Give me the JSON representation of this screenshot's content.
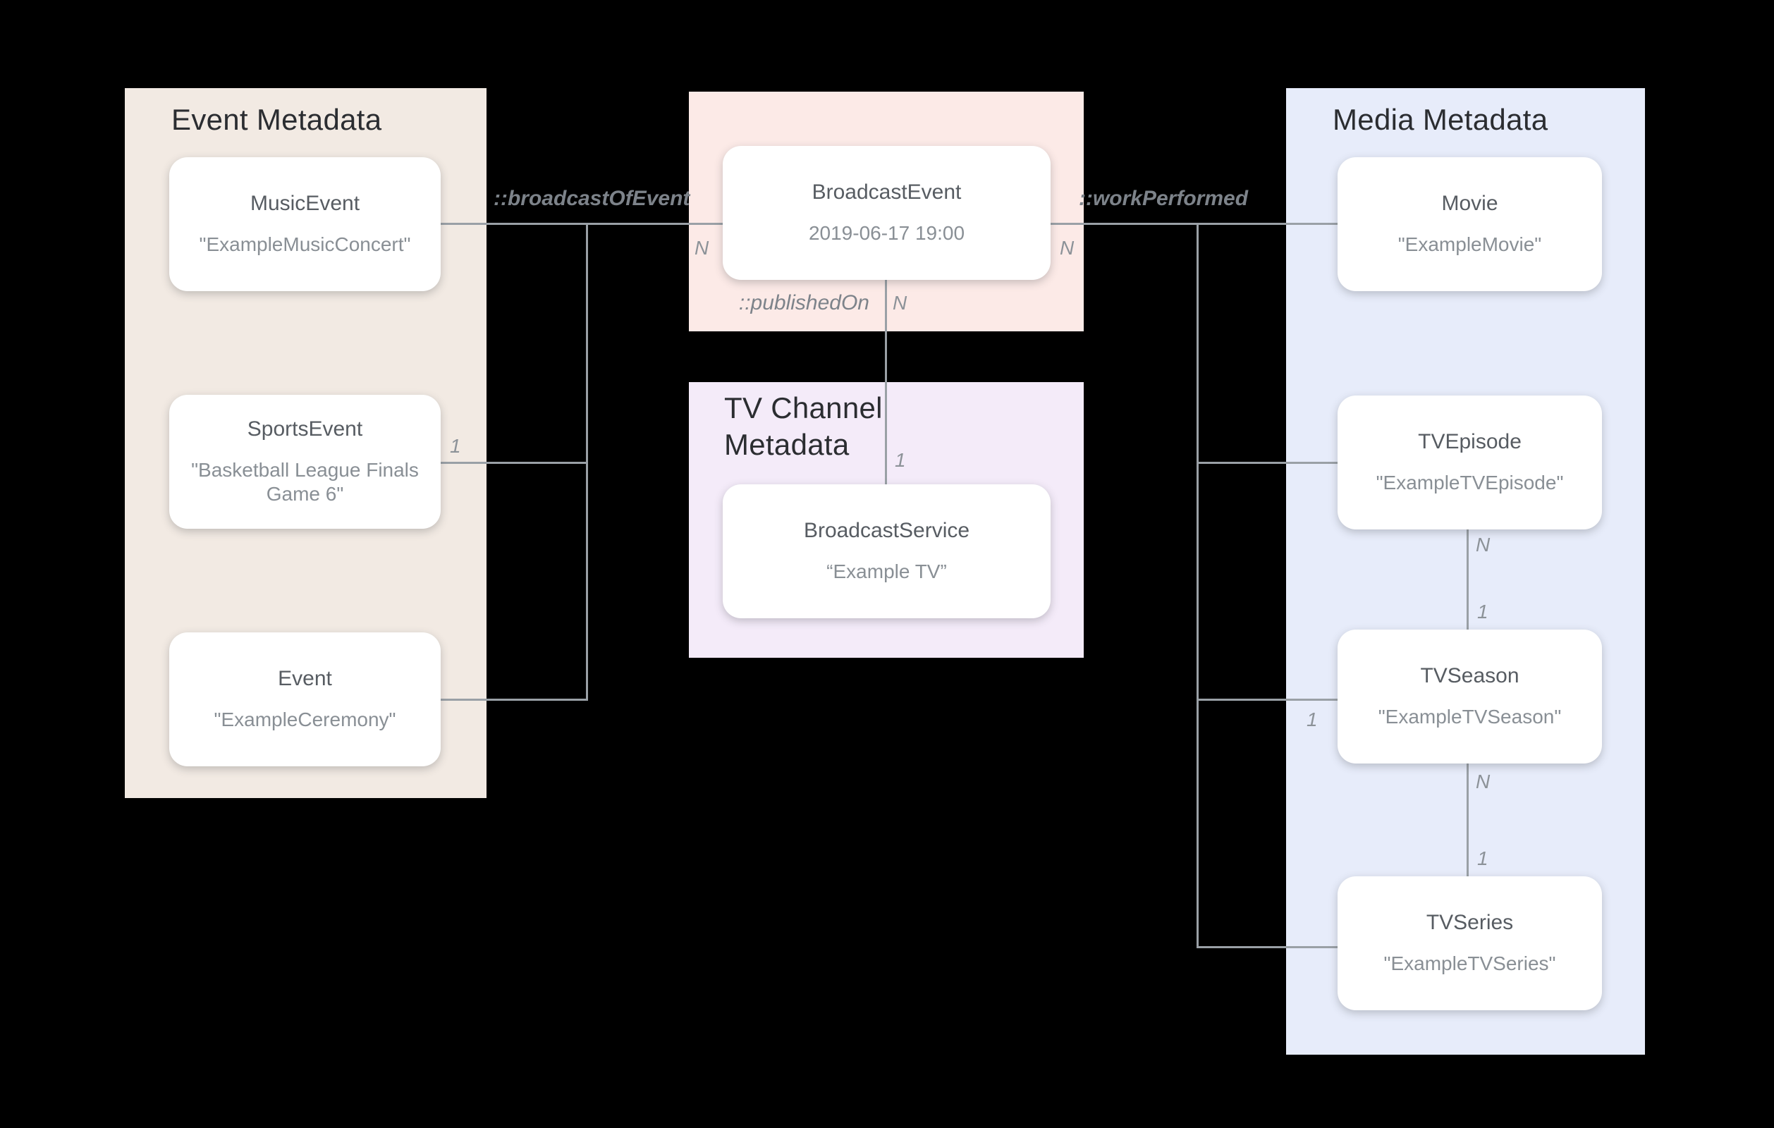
{
  "diagram": {
    "description": "Entity relationship diagram linking event, broadcast, TV channel and media metadata",
    "panels": {
      "event": {
        "title": "Event Metadata",
        "color": "#f2eae3"
      },
      "broadcast": {
        "title": "",
        "color": "#fceae7"
      },
      "tv_channel": {
        "title": "TV Channel Metadata",
        "color": "#f4ebf9"
      },
      "media": {
        "title": "Media Metadata",
        "color": "#e7ecfa"
      }
    },
    "nodes": {
      "music_event": {
        "title": "MusicEvent",
        "subtitle": "\"ExampleMusicConcert\""
      },
      "sports_event": {
        "title": "SportsEvent",
        "subtitle": "\"Basketball League Finals Game 6\""
      },
      "event": {
        "title": "Event",
        "subtitle": "\"ExampleCeremony\""
      },
      "broadcast_event": {
        "title": "BroadcastEvent",
        "subtitle": "2019-06-17 19:00"
      },
      "broadcast_service": {
        "title": "BroadcastService",
        "subtitle": "“Example TV”"
      },
      "movie": {
        "title": "Movie",
        "subtitle": "\"ExampleMovie\""
      },
      "tv_episode": {
        "title": "TVEpisode",
        "subtitle": "\"ExampleTVEpisode\""
      },
      "tv_season": {
        "title": "TVSeason",
        "subtitle": "\"ExampleTVSeason\""
      },
      "tv_series": {
        "title": "TVSeries",
        "subtitle": "\"ExampleTVSeries\""
      }
    },
    "relations": {
      "broadcast_of_event": "::broadcastOfEvent",
      "work_performed": "::workPerformed",
      "published_on": "::publishedOn"
    },
    "cardinality": {
      "n": "N",
      "one": "1"
    },
    "colors": {
      "background": "#000000",
      "connector": "#9aa0a6",
      "panel_title_text": "#2b2d31",
      "node_title_text": "#575c62",
      "node_subtitle_text": "#898f95",
      "label_text": "#7d838a"
    }
  }
}
